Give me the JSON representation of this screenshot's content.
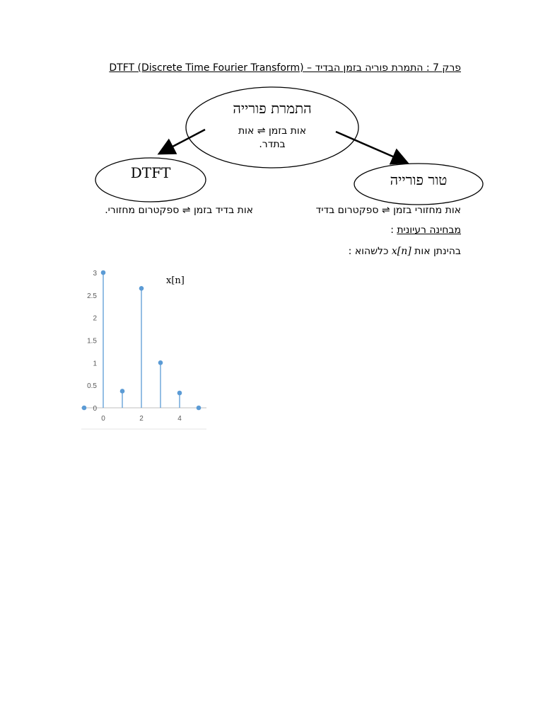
{
  "page": {
    "title": "פרק 7 : התמרת פוריה בזמן הבדיד – DTFT (Discrete Time Fourier Transform)"
  },
  "diagram": {
    "center": {
      "title": "התמרת פורייה",
      "line1": "אות בזמן ⇌ אות",
      "line2": "בתדר."
    },
    "left": {
      "title": "DTFT"
    },
    "right": {
      "title": "טור פורייה"
    }
  },
  "body": {
    "right_statement": "אות מחזורי בזמן ⇌ ספקטרום בדיד",
    "left_statement": "אות בדיד בזמן ⇌ ספקטרום מחזורי.",
    "section_heading": "מבחינה רעיונית",
    "section_colon": ":",
    "given_prefix": "בהינתן אות",
    "given_symbol": "x[n]",
    "given_suffix": "כלשהוא :"
  },
  "chart_data": {
    "type": "stem",
    "title": "x[n]",
    "x": [
      -1,
      0,
      1,
      2,
      3,
      4,
      5
    ],
    "y": [
      0,
      3,
      0.37,
      2.65,
      1,
      0.33,
      0
    ],
    "yticks": [
      "0",
      "0.5",
      "1",
      "1.5",
      "2",
      "2.5",
      "3"
    ],
    "xticks": [
      "0",
      "2",
      "4"
    ],
    "ylim": [
      0,
      3
    ],
    "xlim": [
      -1,
      5
    ],
    "grid": false,
    "color": "#5b9bd5"
  }
}
